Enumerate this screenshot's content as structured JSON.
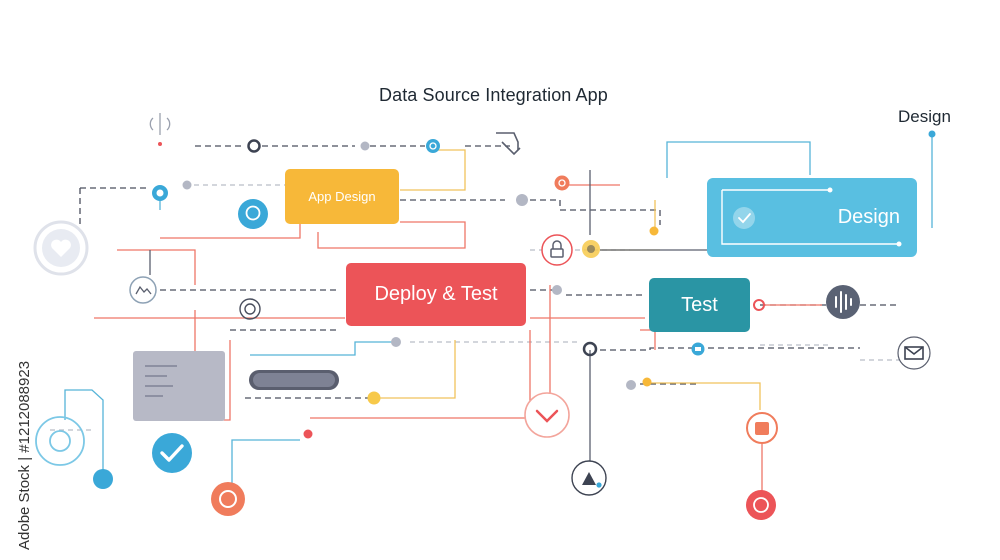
{
  "diagram": {
    "title": "Data  Source Integration App",
    "corner_label": "Design",
    "nodes": {
      "app_design": "App Design",
      "design": "Design",
      "deploy_test": "Deploy & Test",
      "test": "Test"
    }
  },
  "watermark": {
    "text": "Adobe Stock | #1212088923"
  },
  "colors": {
    "yellow": "#f7b839",
    "blue": "#59bfe1",
    "red": "#ec5458",
    "teal": "#2a95a4",
    "orange": "#f07c5c",
    "dark": "#3d4352",
    "gray": "#a3a9b8"
  },
  "icons": [
    "heart-icon",
    "wifi-signal-icon",
    "chat-bubble-icon",
    "image-icon",
    "target-icon",
    "check-icon",
    "chevron-down-icon",
    "triangle-icon",
    "lock-icon",
    "bag-icon",
    "sync-icon",
    "audio-wave-icon",
    "mail-icon",
    "finger-tap-icon",
    "concentric-circle-icon",
    "gear-icon"
  ]
}
